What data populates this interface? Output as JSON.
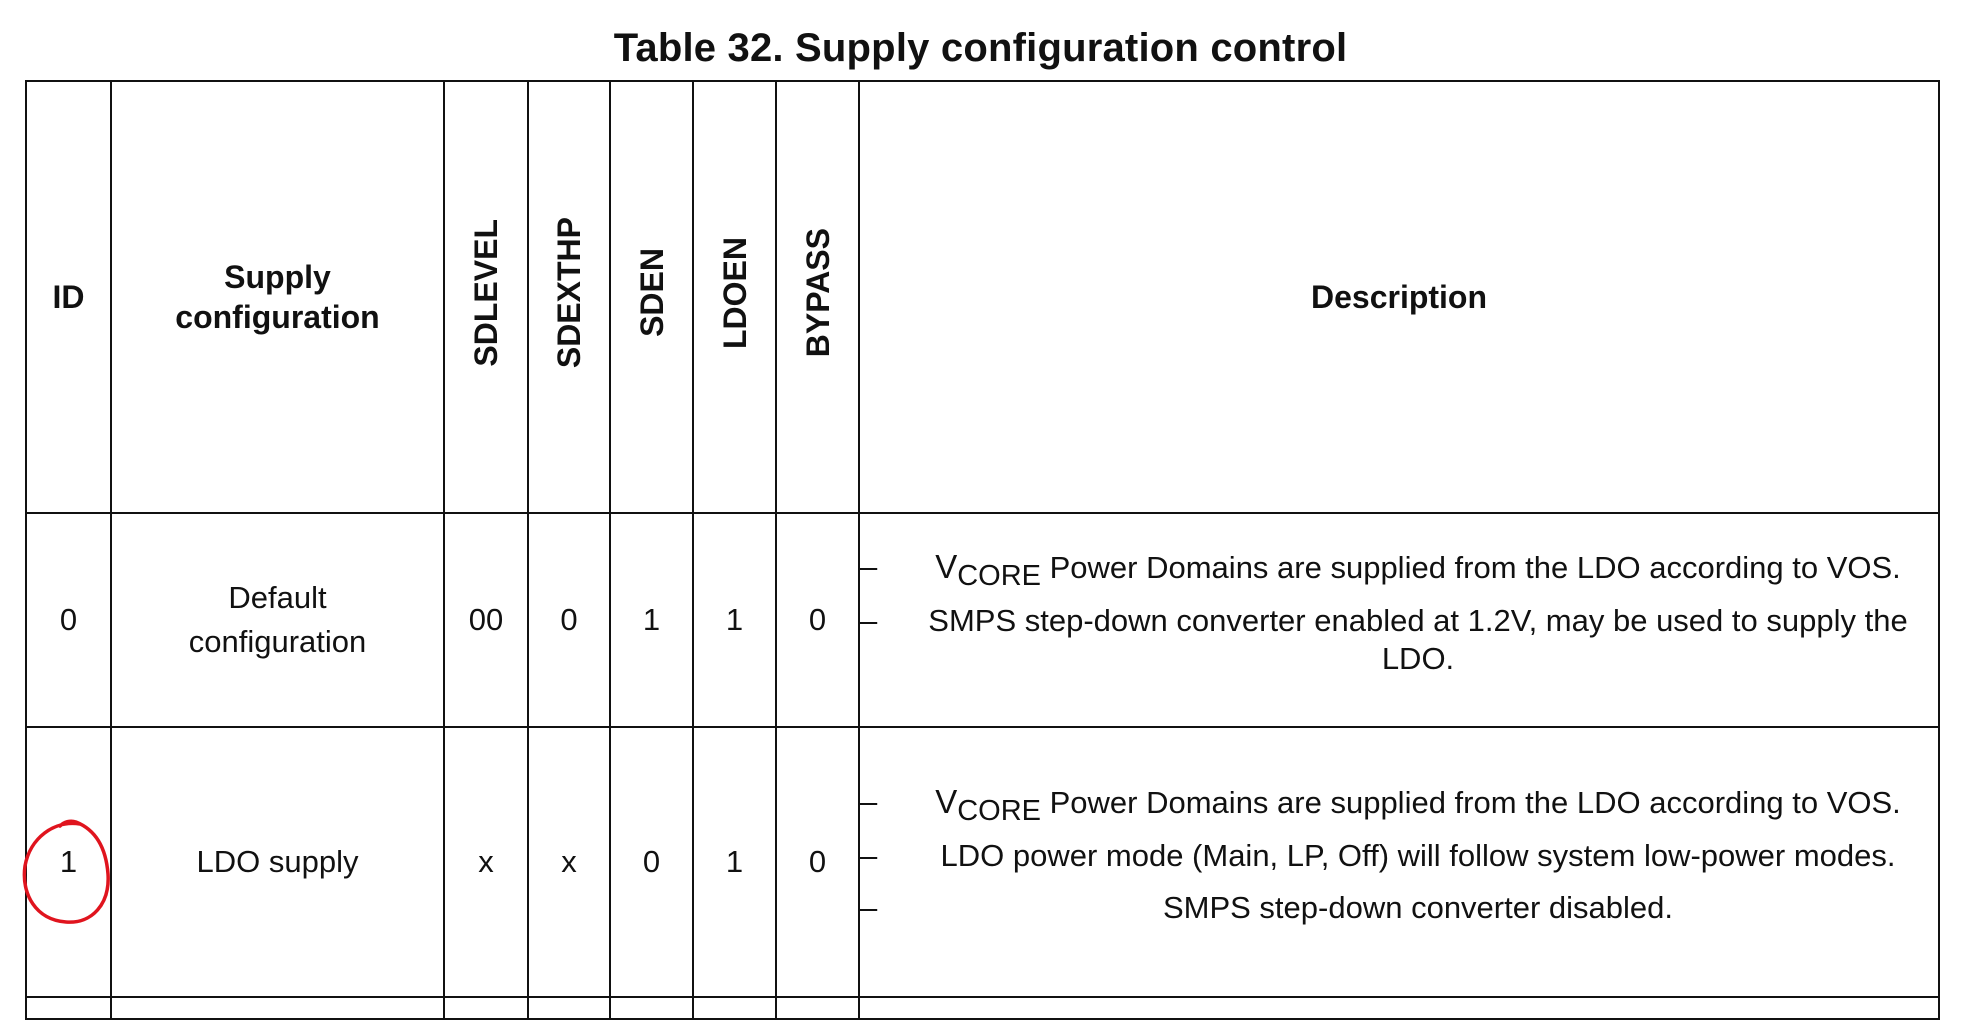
{
  "title": "Table 32. Supply configuration control",
  "columns": {
    "id": "ID",
    "supply_line1": "Supply",
    "supply_line2": "configuration",
    "sdlevel": "SDLEVEL",
    "sdexthp": "SDEXTHP",
    "sden": "SDEN",
    "ldoen": "LDOEN",
    "bypass": "BYPASS",
    "description": "Description"
  },
  "rows": [
    {
      "id": "0",
      "config_line1": "Default",
      "config_line2": "configuration",
      "sdlevel": "00",
      "sdexthp": "0",
      "sden": "1",
      "ldoen": "1",
      "bypass": "0",
      "desc": [
        {
          "dash": "–",
          "v": "V",
          "sub": "CORE",
          "text": " Power Domains are supplied from the LDO according to VOS."
        },
        {
          "dash": "–",
          "text": "SMPS step-down converter enabled at 1.2V, may be used to supply the LDO."
        }
      ]
    },
    {
      "id": "1",
      "config": "LDO supply",
      "sdlevel": "x",
      "sdexthp": "x",
      "sden": "0",
      "ldoen": "1",
      "bypass": "0",
      "desc": [
        {
          "dash": "–",
          "v": "V",
          "sub": "CORE",
          "text": " Power Domains are supplied from the LDO according to VOS."
        },
        {
          "dash": "–",
          "text": "LDO power mode (Main, LP, Off) will follow system low-power modes."
        },
        {
          "dash": "–",
          "text": "SMPS step-down converter disabled."
        }
      ]
    }
  ],
  "annotation": {
    "color": "#e0141e",
    "shape": "hand-drawn circle around ID 1"
  }
}
